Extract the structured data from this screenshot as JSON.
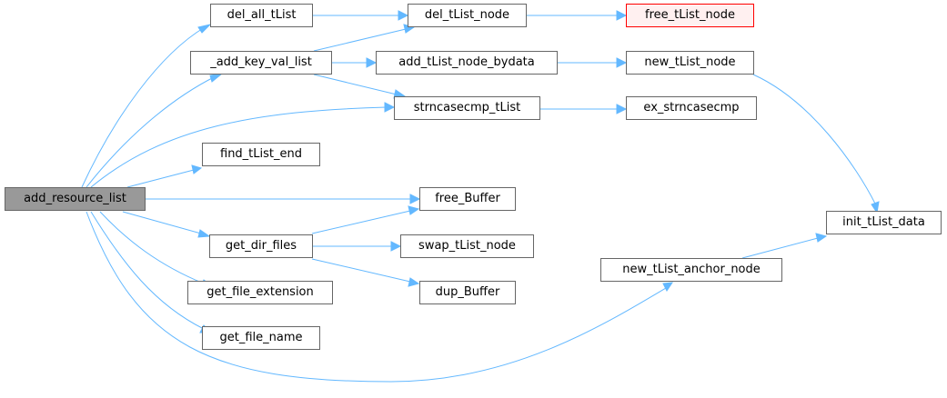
{
  "nodes": {
    "add_resource_list": "add_resource_list",
    "del_all_tList": "del_all_tList",
    "_add_key_val_list": "_add_key_val_list",
    "find_tList_end": "find_tList_end",
    "get_dir_files": "get_dir_files",
    "get_file_extension": "get_file_extension",
    "get_file_name": "get_file_name",
    "del_tList_node": "del_tList_node",
    "add_tList_node_bydata": "add_tList_node_bydata",
    "strncasecmp_tList": "strncasecmp_tList",
    "free_Buffer": "free_Buffer",
    "swap_tList_node": "swap_tList_node",
    "dup_Buffer": "dup_Buffer",
    "free_tList_node": "free_tList_node",
    "new_tList_node": "new_tList_node",
    "ex_strncasecmp": "ex_strncasecmp",
    "new_tList_anchor_node": "new_tList_anchor_node",
    "init_tList_data": "init_tList_data"
  },
  "edges": [
    [
      "add_resource_list",
      "del_all_tList"
    ],
    [
      "add_resource_list",
      "_add_key_val_list"
    ],
    [
      "add_resource_list",
      "strncasecmp_tList"
    ],
    [
      "add_resource_list",
      "find_tList_end"
    ],
    [
      "add_resource_list",
      "free_Buffer"
    ],
    [
      "add_resource_list",
      "get_dir_files"
    ],
    [
      "add_resource_list",
      "get_file_extension"
    ],
    [
      "add_resource_list",
      "get_file_name"
    ],
    [
      "add_resource_list",
      "new_tList_anchor_node"
    ],
    [
      "del_all_tList",
      "del_tList_node"
    ],
    [
      "_add_key_val_list",
      "del_tList_node"
    ],
    [
      "_add_key_val_list",
      "add_tList_node_bydata"
    ],
    [
      "_add_key_val_list",
      "strncasecmp_tList"
    ],
    [
      "del_tList_node",
      "free_tList_node"
    ],
    [
      "add_tList_node_bydata",
      "new_tList_node"
    ],
    [
      "strncasecmp_tList",
      "ex_strncasecmp"
    ],
    [
      "new_tList_node",
      "init_tList_data"
    ],
    [
      "get_dir_files",
      "free_Buffer"
    ],
    [
      "get_dir_files",
      "swap_tList_node"
    ],
    [
      "get_dir_files",
      "dup_Buffer"
    ],
    [
      "new_tList_anchor_node",
      "init_tList_data"
    ]
  ],
  "colors": {
    "edge": "#63b8ff",
    "node_border": "#666666",
    "root_fill": "#999999",
    "highlight_border": "#ff0000",
    "highlight_fill": "#fff0f0"
  }
}
